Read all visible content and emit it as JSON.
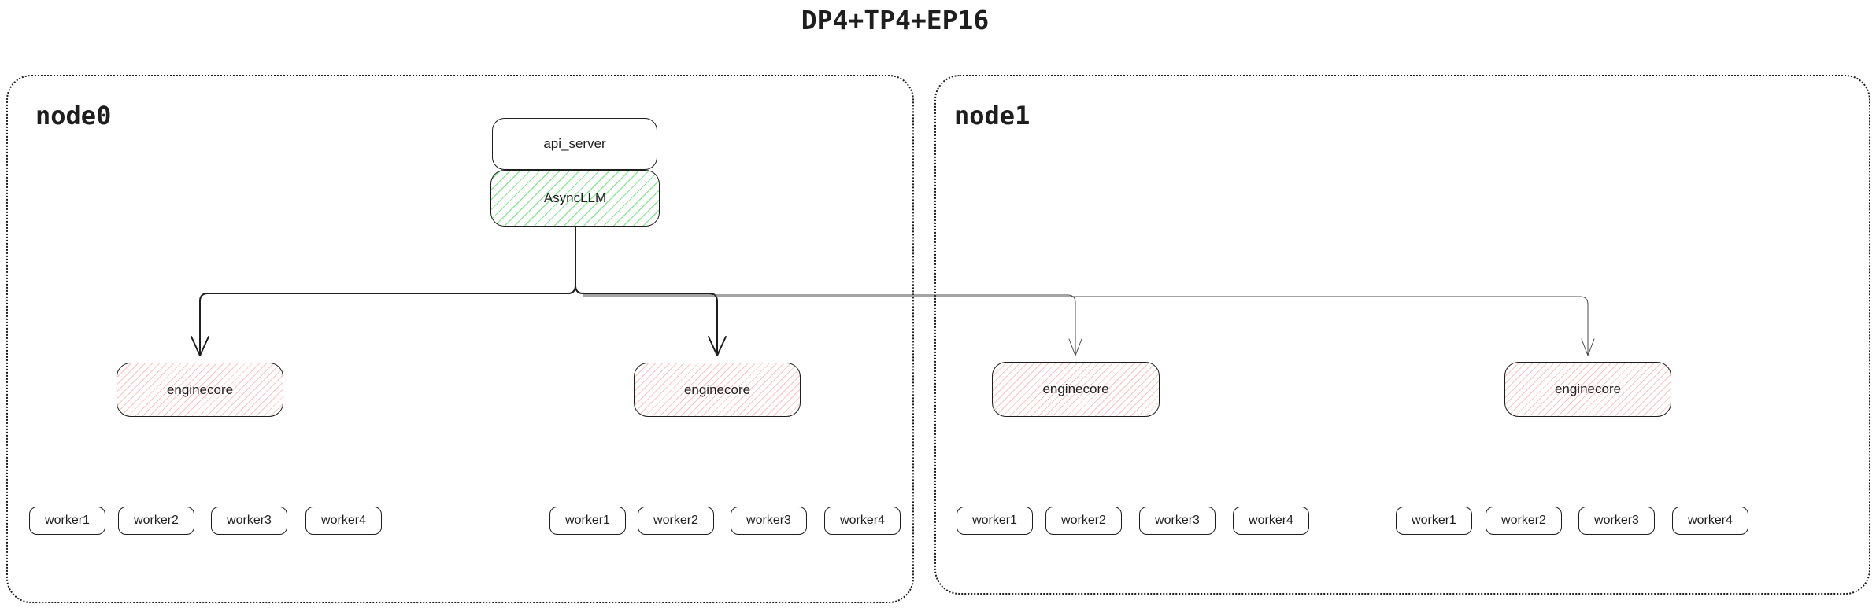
{
  "title": "DP4+TP4+EP16",
  "colors": {
    "stroke": "#1e1e1e",
    "green_hatch": "#8ce99a",
    "red_hatch": "#ffc2c2",
    "connector_light": "#4a4a4a"
  },
  "nodes": [
    {
      "label": "node0"
    },
    {
      "label": "node1"
    }
  ],
  "api_server": {
    "label": "api_server"
  },
  "async_llm": {
    "label": "AsyncLLM"
  },
  "enginecores": [
    {
      "label": "enginecore"
    },
    {
      "label": "enginecore"
    },
    {
      "label": "enginecore"
    },
    {
      "label": "enginecore"
    }
  ],
  "workers": [
    "worker1",
    "worker2",
    "worker3",
    "worker4"
  ]
}
